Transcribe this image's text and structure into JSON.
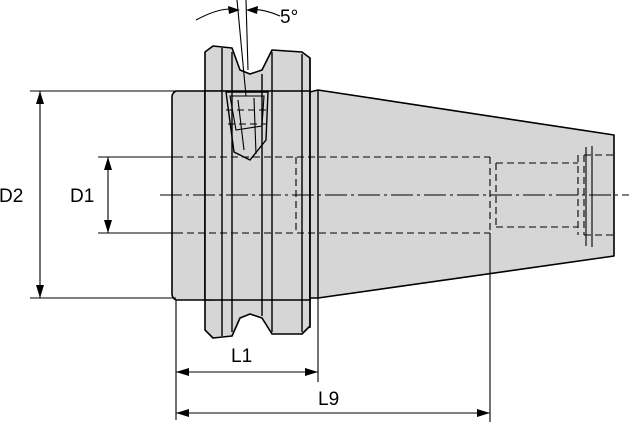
{
  "labels": {
    "d1": "D1",
    "d2": "D2",
    "l1": "L1",
    "l9": "L9",
    "angle": "5°"
  }
}
